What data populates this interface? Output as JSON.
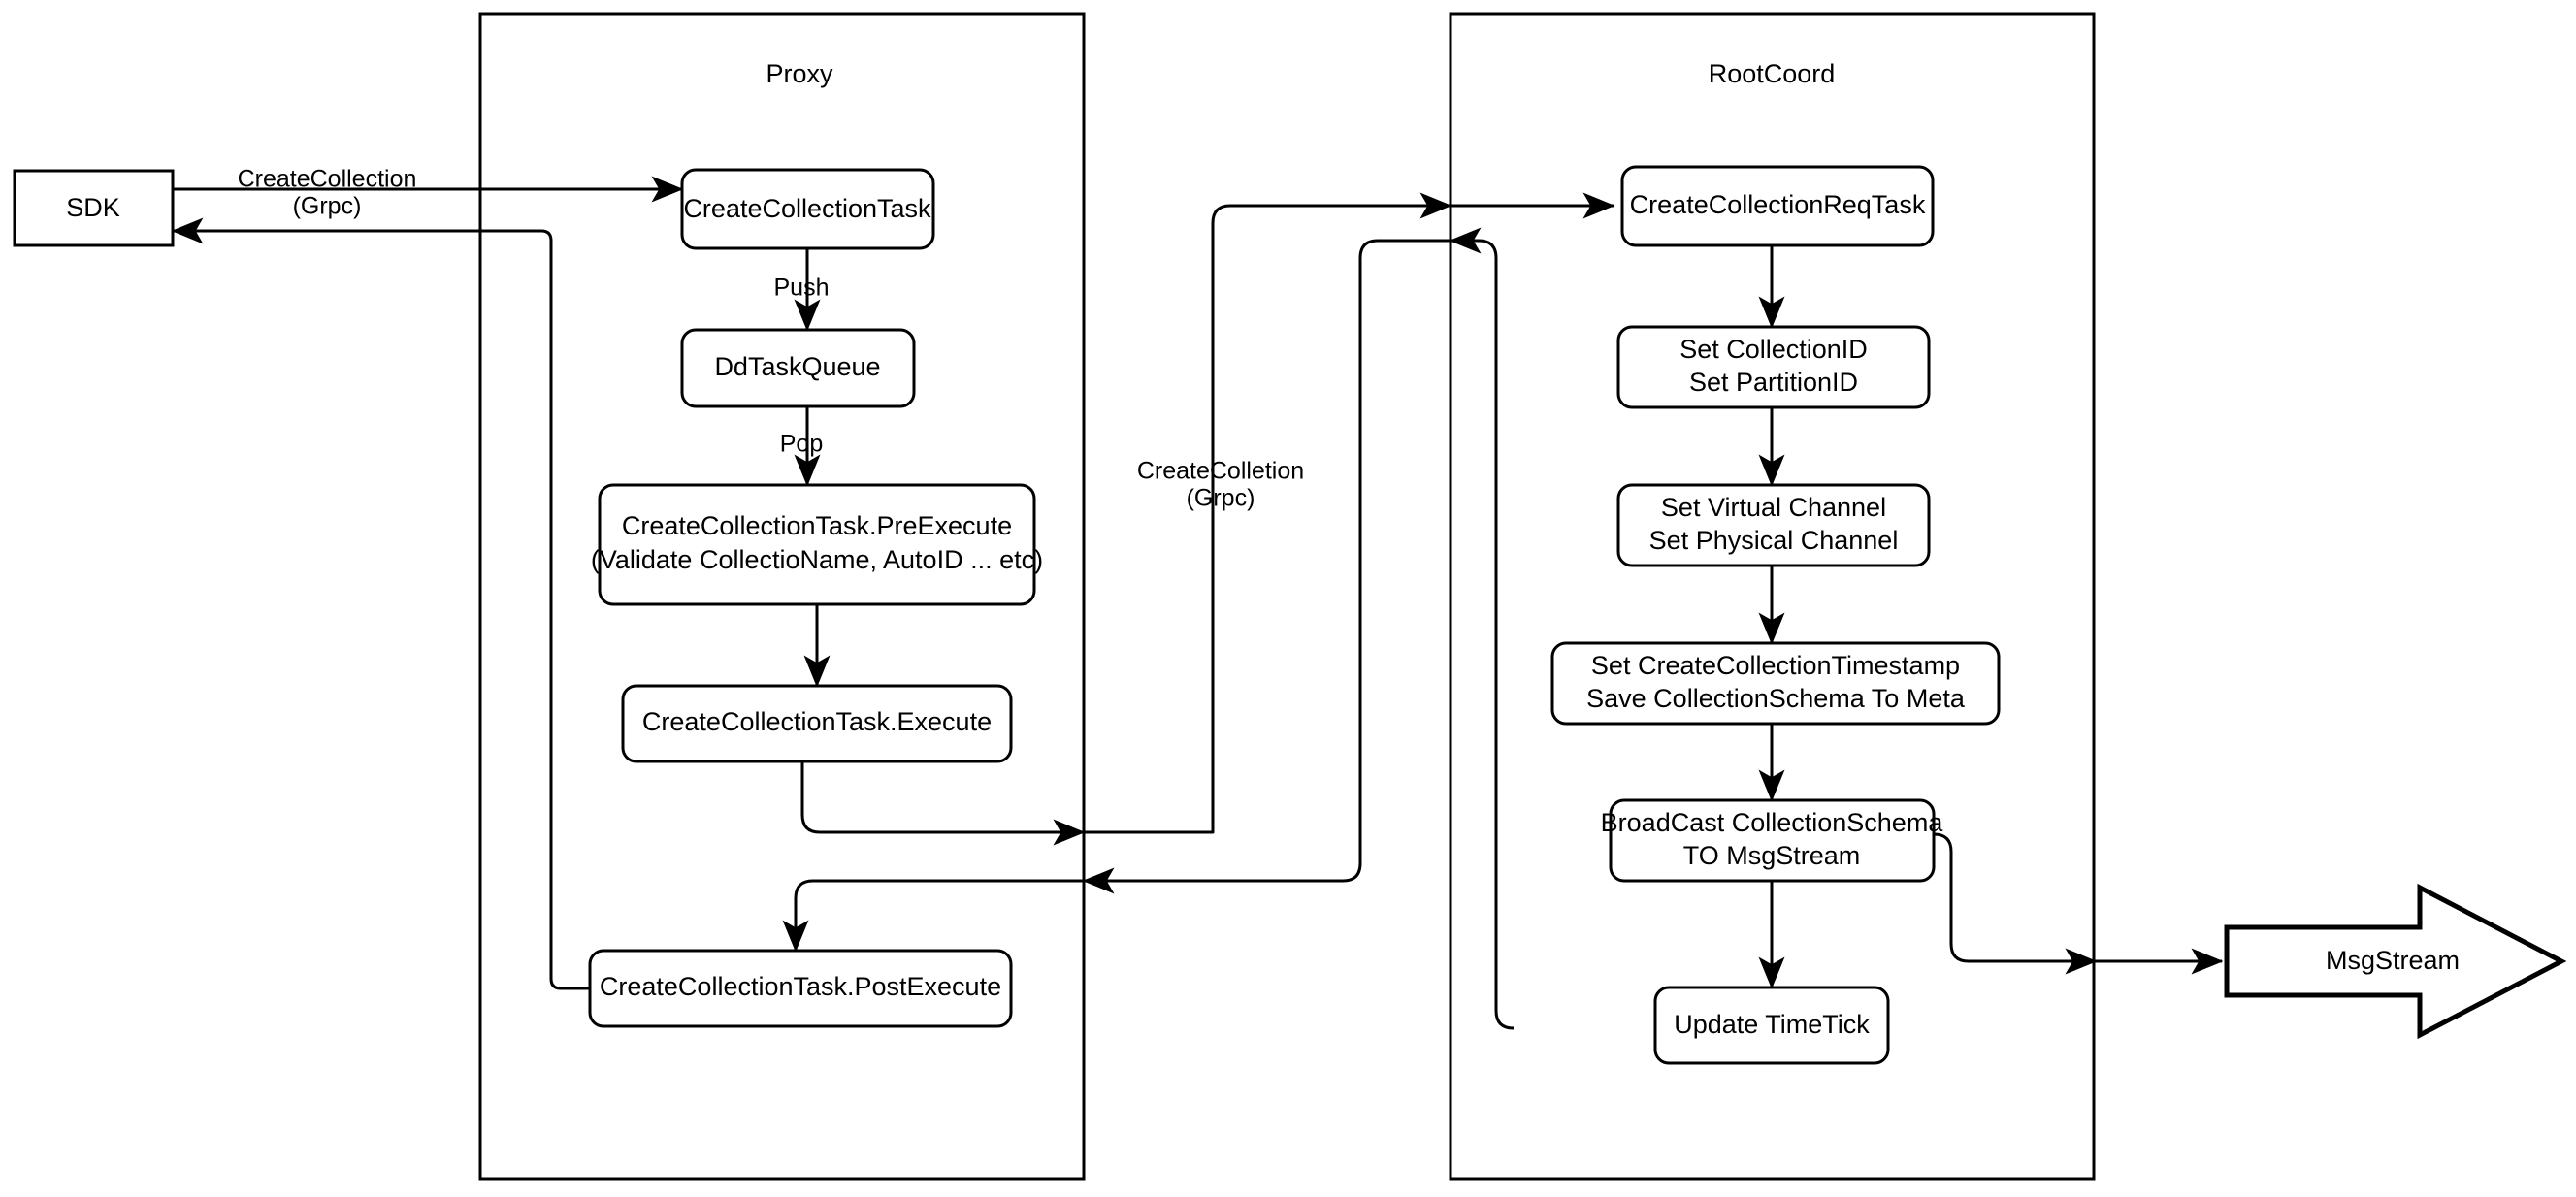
{
  "diagram": {
    "title": "CreateCollection flow",
    "background_color": "#ffffff",
    "line_color": "#000000",
    "containers": [
      {
        "id": "proxy",
        "label": "Proxy"
      },
      {
        "id": "rootcoord",
        "label": "RootCoord"
      }
    ],
    "nodes": {
      "sdk": {
        "label": "SDK",
        "shape": "rectangle"
      },
      "create_collection_task": {
        "label": "CreateCollectionTask",
        "shape": "rounded-rectangle"
      },
      "dd_task_queue": {
        "label": "DdTaskQueue",
        "shape": "rounded-rectangle"
      },
      "pre_execute_line1": {
        "label": "CreateCollectionTask.PreExecute"
      },
      "pre_execute_line2": {
        "label": "(Validate CollectioName, AutoID ... etc)"
      },
      "execute": {
        "label": "CreateCollectionTask.Execute",
        "shape": "rounded-rectangle"
      },
      "post_execute": {
        "label": "CreateCollectionTask.PostExecute",
        "shape": "rounded-rectangle"
      },
      "req_task": {
        "label": "CreateCollectionReqTask",
        "shape": "rounded-rectangle"
      },
      "set_ids_line1": {
        "label": "Set CollectionID"
      },
      "set_ids_line2": {
        "label": "Set PartitionID"
      },
      "set_channel_line1": {
        "label": "Set Virtual Channel"
      },
      "set_channel_line2": {
        "label": "Set Physical Channel"
      },
      "set_timestamp_line1": {
        "label": "Set CreateCollectionTimestamp"
      },
      "set_timestamp_line2": {
        "label": "Save CollectionSchema To Meta"
      },
      "broadcast_line1": {
        "label": "BroadCast CollectionSchema"
      },
      "broadcast_line2": {
        "label": "TO MsgStream"
      },
      "update_timetick": {
        "label": "Update TimeTick",
        "shape": "rounded-rectangle"
      },
      "msgstream": {
        "label": "MsgStream",
        "shape": "block-arrow"
      }
    },
    "edge_labels": {
      "sdk_to_proxy_line1": "CreateCollection",
      "sdk_to_proxy_line2": "(Grpc)",
      "push": "Push",
      "pop": "Pop",
      "proxy_to_rootcoord_line1": "CreateColletion",
      "proxy_to_rootcoord_line2": "(Grpc)"
    }
  }
}
